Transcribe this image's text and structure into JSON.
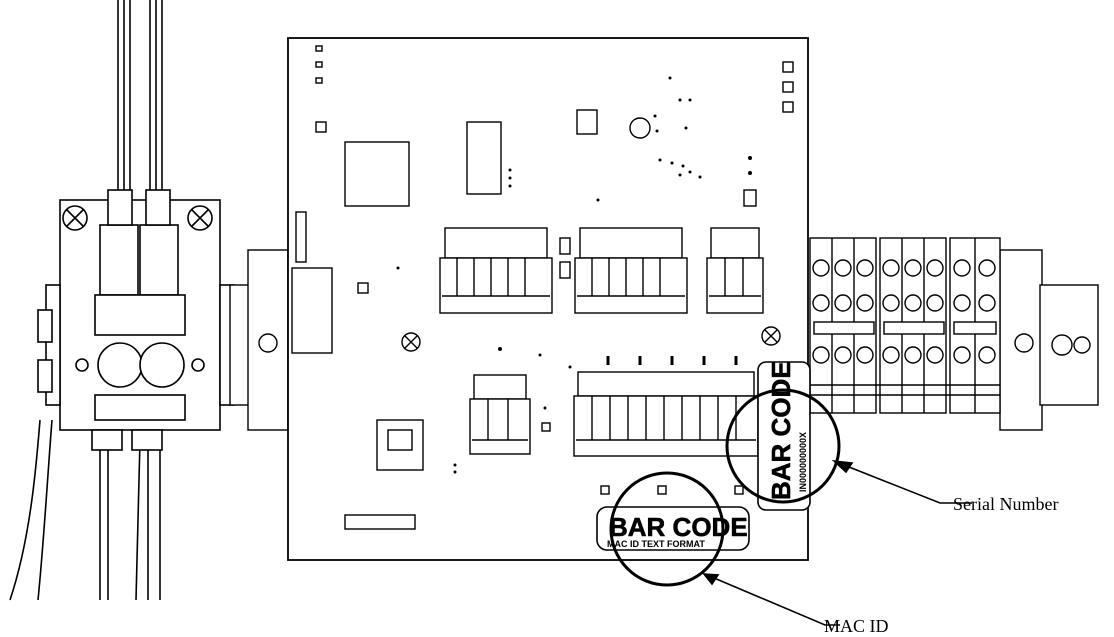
{
  "callouts": {
    "serial_number": "Serial Number",
    "mac_id": "MAC ID"
  },
  "labels": {
    "barcode_vertical_title": "BAR CODE",
    "barcode_vertical_sub": "IN000000000X",
    "barcode_horizontal_title": "BAR CODE",
    "barcode_horizontal_sub": "MAC ID TEXT FORMAT"
  },
  "colors": {
    "line": "#000000",
    "background": "#ffffff",
    "component_fill": "#ffffff",
    "pin_fill": "#000000"
  }
}
